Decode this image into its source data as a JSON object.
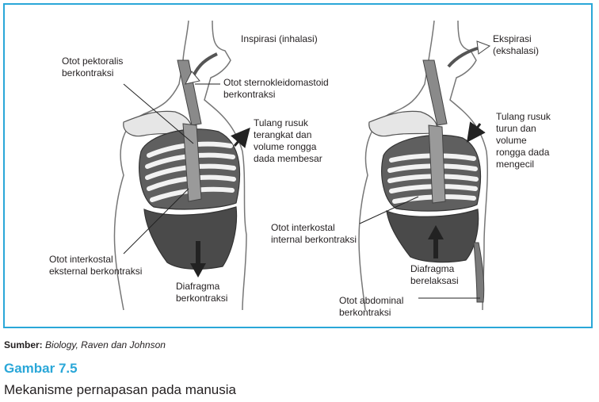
{
  "labels": {
    "inspirasi": "Inspirasi (inhalasi)",
    "pektoralis": "Otot pektoralis\nberkontraksi",
    "sternokleido": "Otot sternokleidomastoid\nberkontraksi",
    "rusuk_naik": "Tulang rusuk\nterangkat dan\nvolume rongga\ndada membesar",
    "interkostal_eks": "Otot interkostal\neksternal berkontraksi",
    "diafragma_kontraksi": "Diafragma\nberkontraksi",
    "ekspirasi": "Ekspirasi\n(ekshalasi)",
    "rusuk_turun": "Tulang rusuk\nturun dan\nvolume\nrongga dada\nmengecil",
    "interkostal_int": "Otot interkostal\ninternal berkontraksi",
    "diafragma_relaksasi": "Diafragma\nberelaksasi",
    "abdominal": "Otot  abdominal\nberkontraksi"
  },
  "source": {
    "label": "Sumber:",
    "text": "Biology, Raven dan Johnson"
  },
  "figure": {
    "number": "Gambar 7.5",
    "caption": "Mekanisme pernapasan pada manusia"
  },
  "colors": {
    "frame": "#2aa7d8",
    "figure_number": "#2aa7d8"
  }
}
